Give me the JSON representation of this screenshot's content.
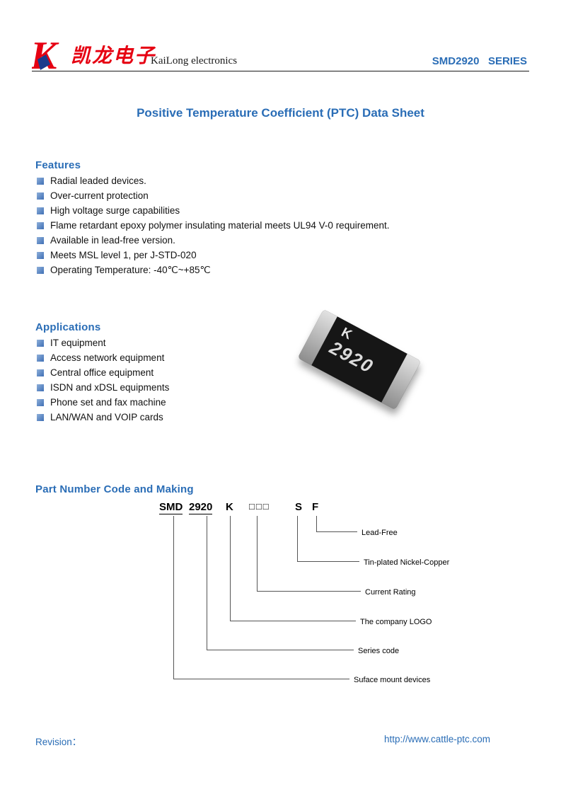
{
  "header": {
    "brand_cn": "凯龙电子",
    "brand_en": "KaiLong electronics",
    "series": "SMD2920   SERIES"
  },
  "title": "Positive Temperature Coefficient (PTC) Data Sheet",
  "features": {
    "heading": "Features",
    "items": [
      "Radial leaded devices.",
      "Over-current protection",
      "High voltage surge capabilities",
      "Flame retardant epoxy polymer insulating material meets UL94 V-0 requirement.",
      "Available in lead-free version.",
      "Meets MSL level 1, per J-STD-020",
      "Operating Temperature: -40℃~+85℃"
    ]
  },
  "applications": {
    "heading": "Applications",
    "items": [
      "IT equipment",
      "Access network equipment",
      "Central office equipment",
      "ISDN and xDSL equipments",
      "Phone set and fax machine",
      "LAN/WAN and VOIP cards"
    ]
  },
  "component": {
    "marking_logo": "K",
    "marking_size": "2920"
  },
  "part_number": {
    "heading": "Part Number Code and Making",
    "code_parts": [
      "SMD",
      "2920",
      "K",
      "□□□",
      "S",
      "F"
    ],
    "labels": [
      "Lead-Free",
      "Tin-plated Nickel-Copper",
      "Current Rating",
      "The company LOGO",
      "Series code",
      "Suface mount devices"
    ]
  },
  "footer": {
    "revision": "Revision：",
    "url": "http://www.cattle-ptc.com"
  },
  "colors": {
    "accent_blue": "#2a6db6",
    "logo_red": "#e60012",
    "logo_diamond_blue": "#1b3a8c"
  }
}
